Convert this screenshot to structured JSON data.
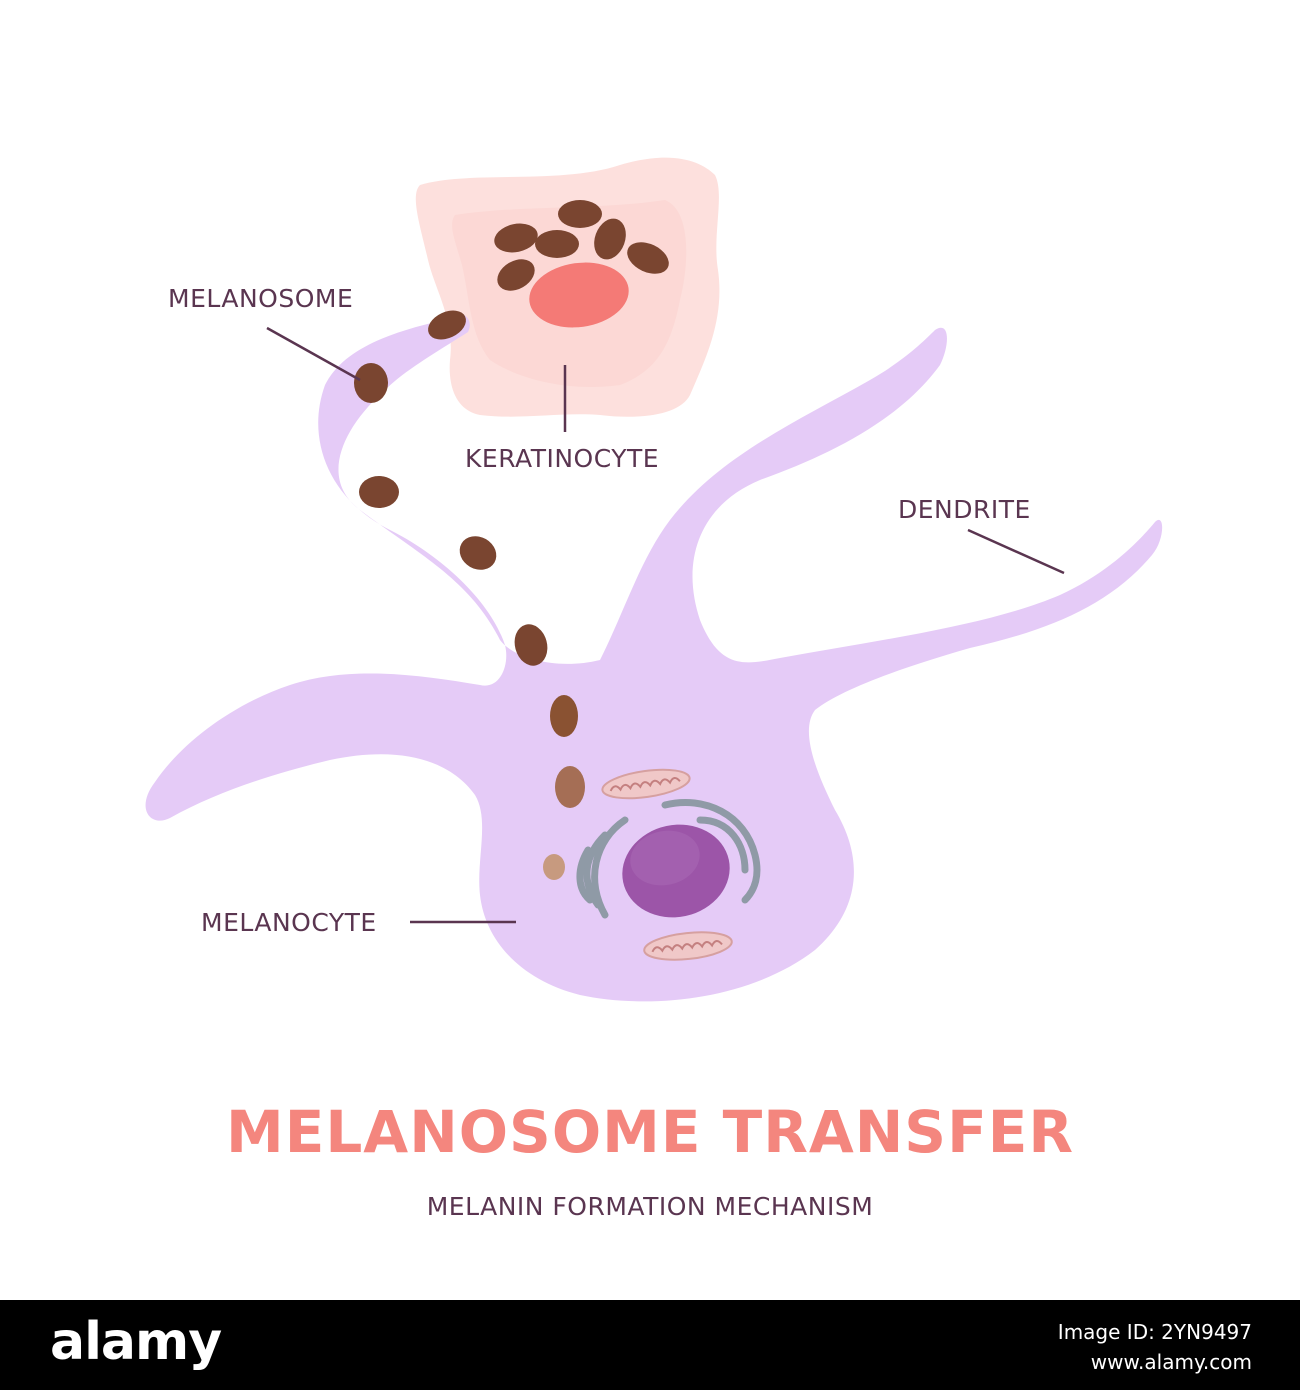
{
  "diagram": {
    "labels": {
      "melanosome": "MELANOSOME",
      "keratinocyte": "KERATINOCYTE",
      "dendrite": "DENDRITE",
      "melanocyte": "MELANOCYTE"
    },
    "title": "MELANOSOME TRANSFER",
    "subtitle": "MELANIN FORMATION MECHANISM"
  },
  "colors": {
    "melanocyte": "#e5cbf7",
    "keratinocyte": "#fde0dd",
    "melanosome": "#7a4530",
    "nucleus": "#9c55a8",
    "keratinocyte_nucleus": "#f47a76",
    "title": "#f4867e",
    "label": "#5a3550"
  },
  "watermark": {
    "logo": "alamy",
    "image_id": "Image ID: 2YN9497",
    "site": "www.alamy.com"
  }
}
